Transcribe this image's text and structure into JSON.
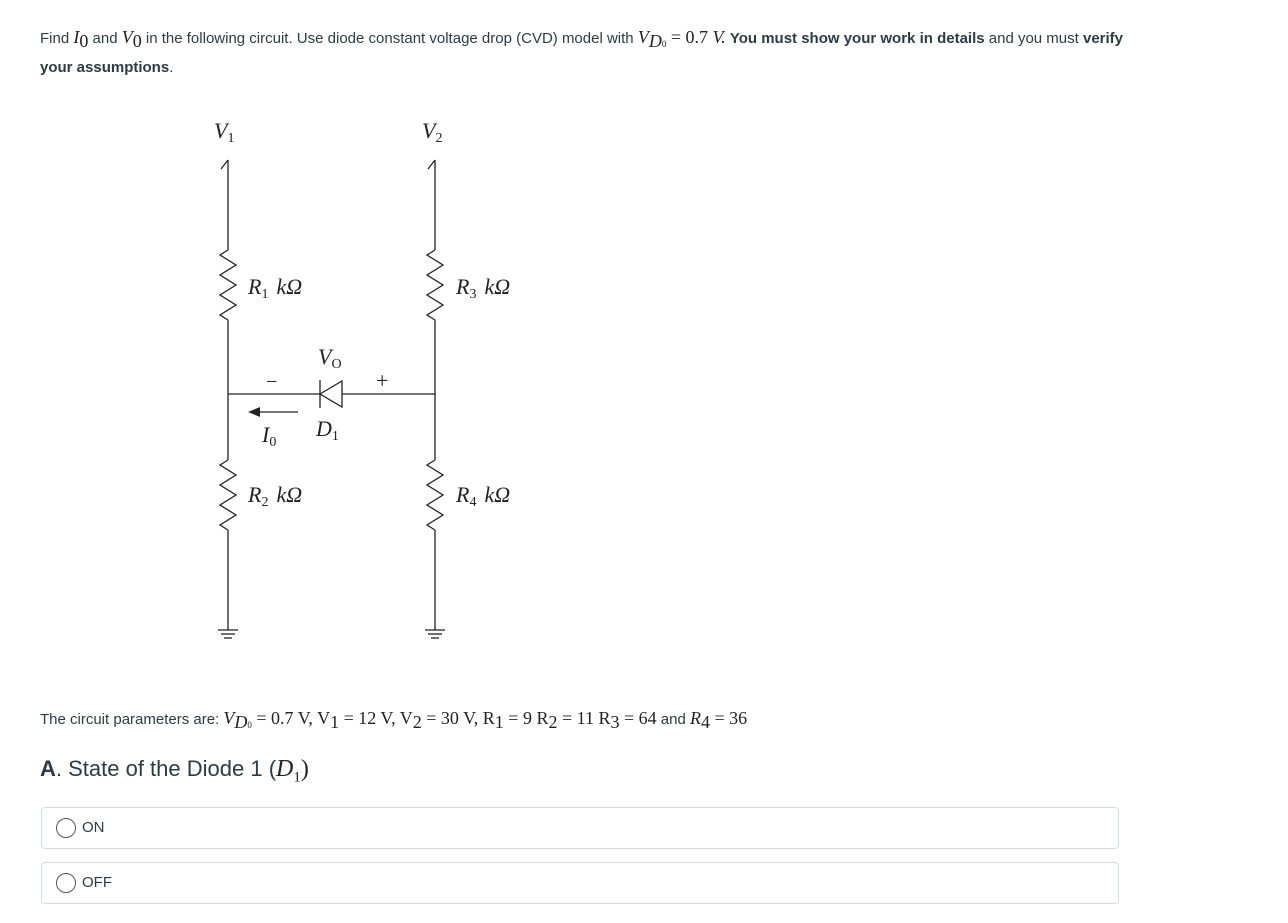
{
  "question": {
    "t1": "Find ",
    "I0": "I",
    "I0_sub": "0",
    "t2": " and ",
    "V0": "V",
    "V0_sub": "0",
    "t3": " in the following circuit. Use diode constant voltage drop (CVD) model with ",
    "VD": "V",
    "VD_sub": "D",
    "VD_subsub": "0",
    "eq": " = 0.7 ",
    "unit": "V.",
    "bold1": "You must show your work in details",
    "t4": " and you must ",
    "bold2": "verify your assumptions",
    "t5": "."
  },
  "circuit": {
    "V1_label": "V",
    "V1_sub": "1",
    "V2_label": "V",
    "V2_sub": "2",
    "R1_label": "R",
    "R1_sub": "1",
    "R2_label": "R",
    "R2_sub": "2",
    "R3_label": "R",
    "R3_sub": "3",
    "R4_label": "R",
    "R4_sub": "4",
    "kohm": "kΩ",
    "Vo_label": "V",
    "Vo_sub": "O",
    "Io_label": "I",
    "Io_sub": "0",
    "D1_label": "D",
    "D1_sub": "1",
    "minus": "−",
    "plus": "+"
  },
  "params": {
    "prefix": "The circuit parameters are: ",
    "vd": "V",
    "vd_sub": "D",
    "vd_subsub": "0",
    "rest": " = 0.7 V, V",
    "v1sub": "1",
    "r2": " = 12 V, V",
    "v2sub": "2",
    "r3": " = 30 V, R",
    "r1sub": "1",
    "r4": " = 9 R",
    "r2sub": "2",
    "r5": " = 11 R",
    "r3sub": "3",
    "r6": " = 64",
    "and": " and ",
    "r4lab": "R",
    "r4sub": "4",
    "r7": " = 36"
  },
  "part_a": {
    "letter": "A",
    "title": ". State of the Diode 1 (",
    "d": "D",
    "dsub": "1",
    "close": ")"
  },
  "options": [
    {
      "label": "ON"
    },
    {
      "label": "OFF"
    }
  ]
}
